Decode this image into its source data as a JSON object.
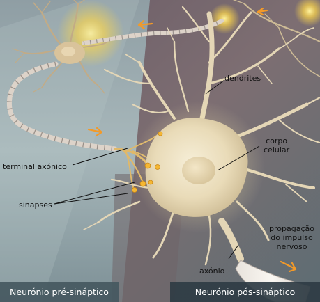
{
  "labels": {
    "dendrites": "dendrites",
    "cell_body": [
      "corpo",
      "celular"
    ],
    "axon_terminal": "terminal axónico",
    "synapses": "sinapses",
    "impulse_propagation": [
      "propagação",
      "do impulso",
      "nervoso"
    ],
    "axon": "axónio"
  },
  "captions": {
    "presynaptic": "Neurónio pré-sináptico",
    "postsynaptic": "Neurónio pós-sináptico"
  },
  "colors": {
    "cell_body": "#efe3c4",
    "synapse_glow": "#f5b733",
    "impulse_arrow": "#f39a28",
    "caption_bar": "#3c4d55"
  }
}
